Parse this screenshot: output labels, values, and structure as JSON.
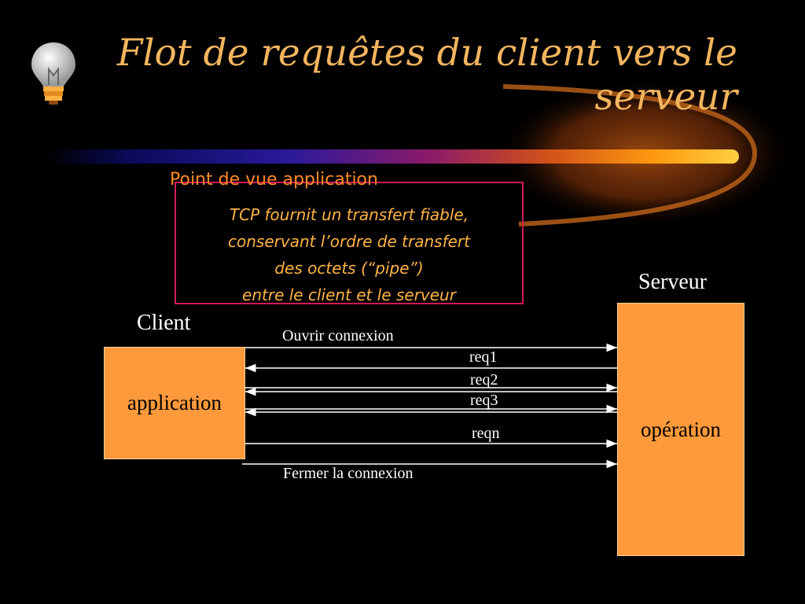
{
  "title": {
    "line1": "Flot de requêtes du client vers le",
    "line2": "serveur"
  },
  "subtitle": "Point de vue application",
  "tcp_note": {
    "lines": [
      "TCP fournit un transfert fiable,",
      "conservant  l’ordre de transfert",
      "des octets (“pipe”)",
      "entre le client et le  serveur"
    ]
  },
  "client": {
    "label": "Client",
    "box_text": "application"
  },
  "server": {
    "label": "Serveur",
    "box_text": "opération"
  },
  "messages": {
    "open": "Ouvrir connexion",
    "req1": "req1",
    "req2": "req2",
    "req3": "req3",
    "reqn": "reqn",
    "close": "Fermer la connexion"
  },
  "colors": {
    "title": "#f4b55e",
    "accent": "#ff8a2a",
    "frame": "#d01a5a",
    "box": "#ff9a3c",
    "background": "#000000"
  }
}
